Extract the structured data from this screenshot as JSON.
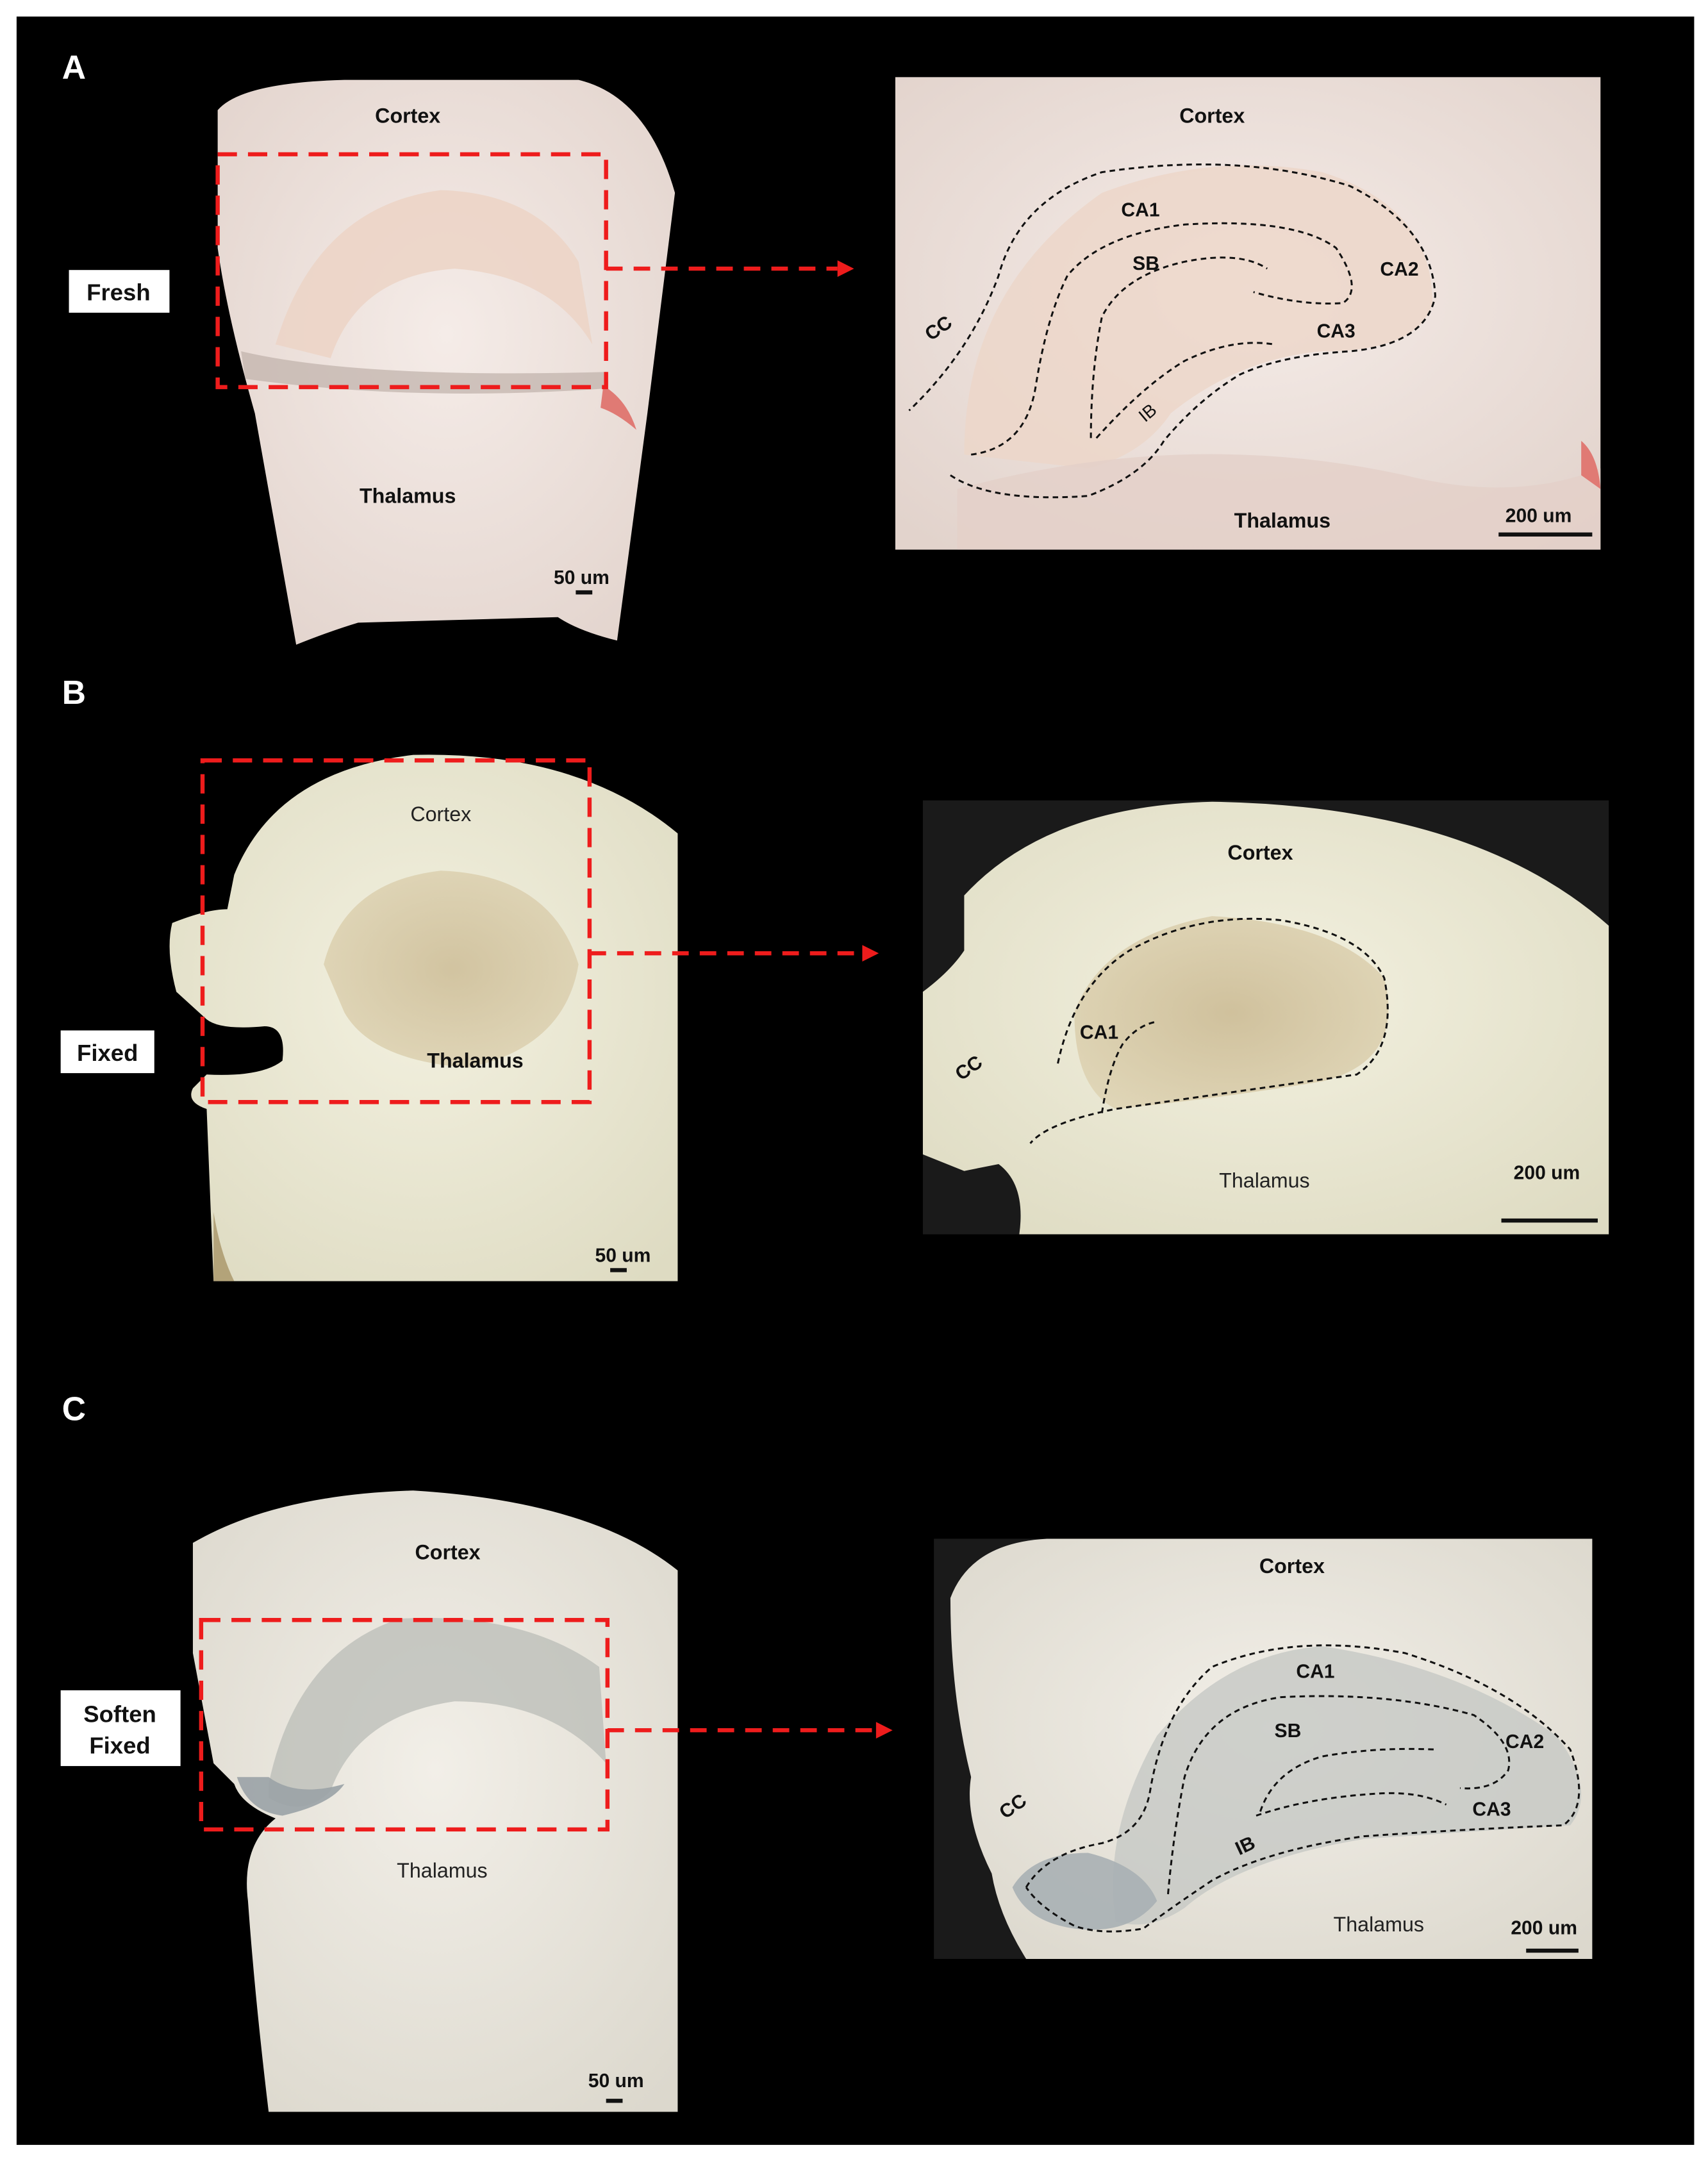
{
  "colors": {
    "background": "#000000",
    "border": "#ffffff",
    "box": "#ee1c1c",
    "outline": "#111111",
    "fresh_tissue": "#f1e6e1",
    "fixed_tissue": "#efedd9",
    "soften_tissue": "#efece4"
  },
  "panels": {
    "A": {
      "letter": "A",
      "condition": "Fresh",
      "overview": {
        "cortex": "Cortex",
        "thalamus": "Thalamus",
        "scale": "50 um"
      },
      "zoom": {
        "cortex": "Cortex",
        "thalamus": "Thalamus",
        "cc": "CC",
        "ca1": "CA1",
        "ca2": "CA2",
        "ca3": "CA3",
        "sb": "SB",
        "ib": "IB",
        "scale": "200 um"
      }
    },
    "B": {
      "letter": "B",
      "condition": "Fixed",
      "overview": {
        "cortex": "Cortex",
        "thalamus": "Thalamus",
        "scale": "50 um"
      },
      "zoom": {
        "cortex": "Cortex",
        "thalamus": "Thalamus",
        "cc": "CC",
        "ca1": "CA1",
        "scale": "200 um"
      }
    },
    "C": {
      "letter": "C",
      "condition_line1": "Soften",
      "condition_line2": "Fixed",
      "overview": {
        "cortex": "Cortex",
        "thalamus": "Thalamus",
        "scale": "50 um"
      },
      "zoom": {
        "cortex": "Cortex",
        "thalamus": "Thalamus",
        "cc": "CC",
        "ca1": "CA1",
        "ca2": "CA2",
        "ca3": "CA3",
        "sb": "SB",
        "ib": "IB",
        "scale": "200 um"
      }
    }
  }
}
